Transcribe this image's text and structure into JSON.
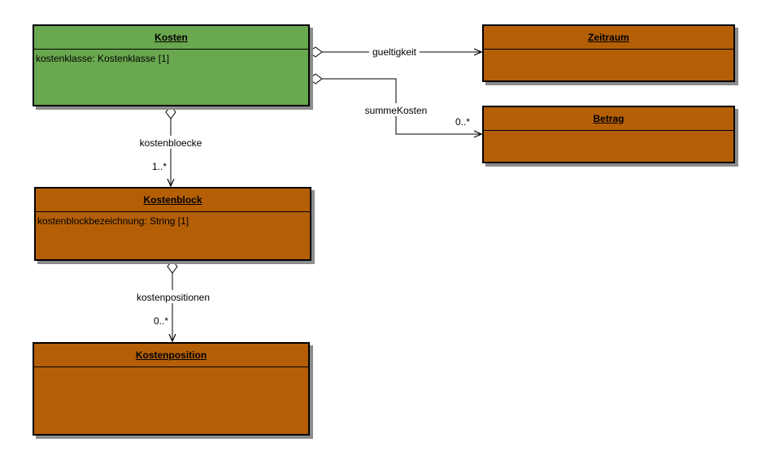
{
  "colors": {
    "highlight": "#6aa84f",
    "class_fill": "#b45f06",
    "border": "#000000",
    "shadow": "#8c8c8c"
  },
  "classes": {
    "kosten": {
      "name": "Kosten",
      "attribute": "kostenklasse: Kostenklasse [1]"
    },
    "zeitraum": {
      "name": "Zeitraum",
      "attribute": ""
    },
    "betrag": {
      "name": "Betrag",
      "attribute": ""
    },
    "kostenblock": {
      "name": "Kostenblock",
      "attribute": "kostenblockbezeichnung: String [1]"
    },
    "kostenposition": {
      "name": "Kostenposition",
      "attribute": ""
    }
  },
  "associations": {
    "gueltigkeit": {
      "label": "gueltigkeit",
      "multiplicity": ""
    },
    "summe_kosten": {
      "label": "summeKosten",
      "multiplicity": "0..*"
    },
    "kostenbloecke": {
      "label": "kostenbloecke",
      "multiplicity": "1..*"
    },
    "kostenpositionen": {
      "label": "kostenpositionen",
      "multiplicity": "0..*"
    }
  }
}
